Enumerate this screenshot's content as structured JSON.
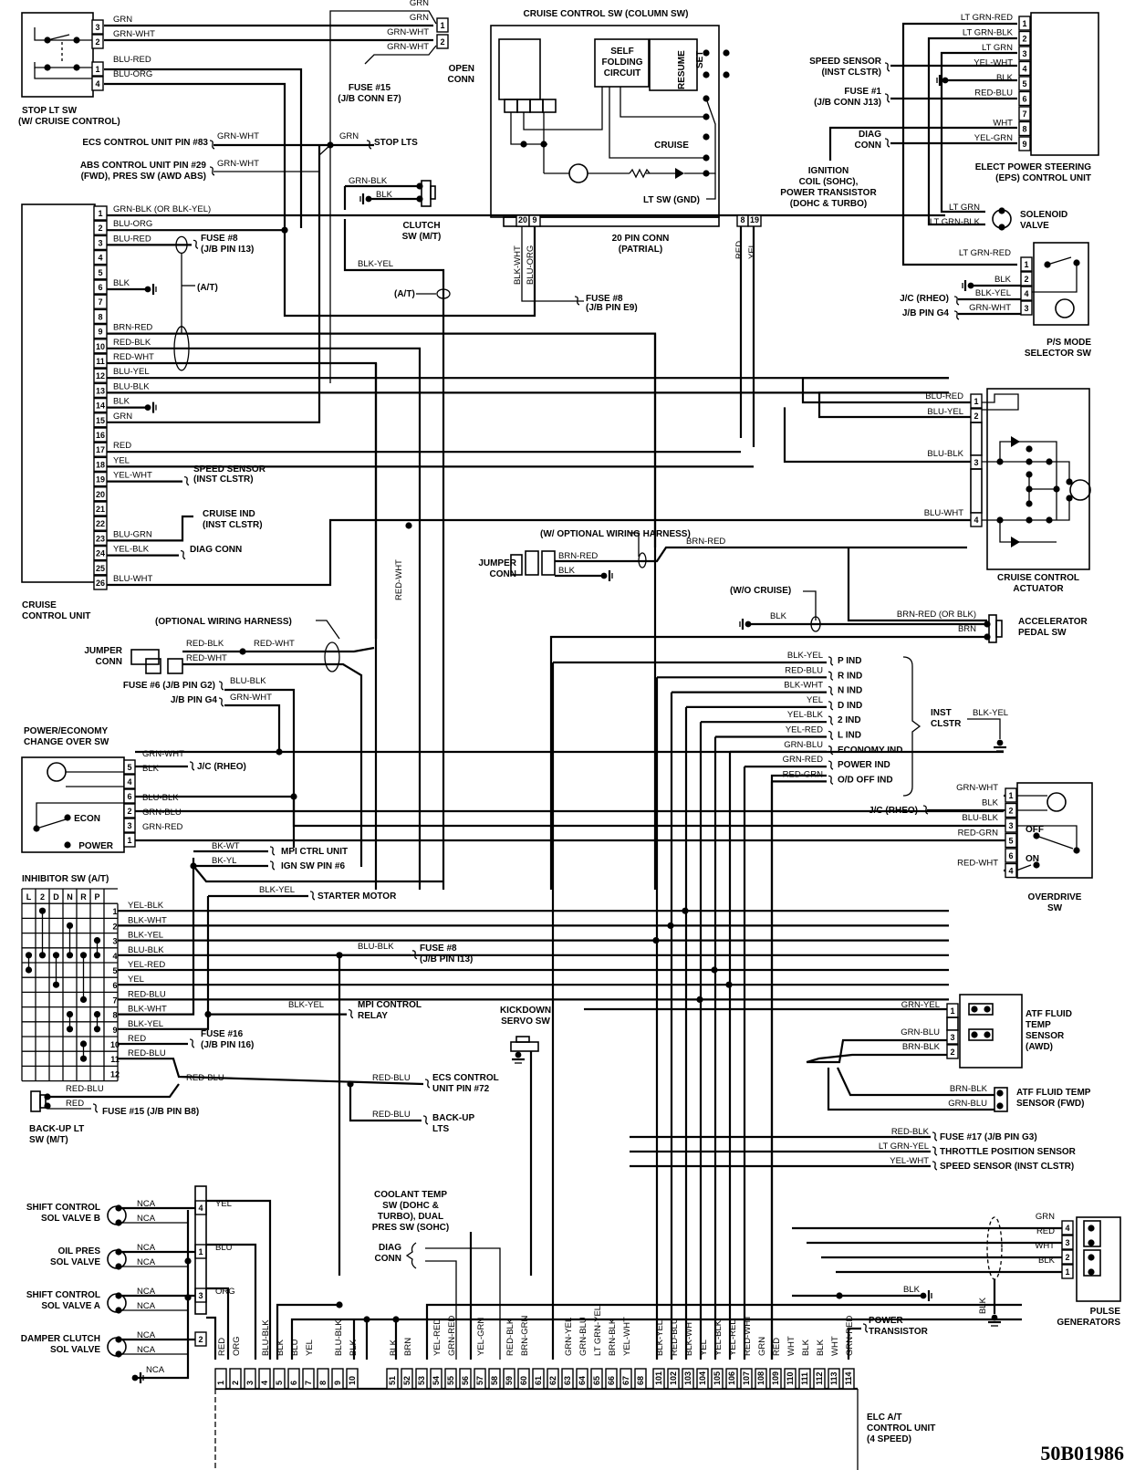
{
  "diagram": {
    "code": "50B01986",
    "components": {
      "stop_lt_sw": {
        "title": "STOP LT SW",
        "subtitle": "(W/ CRUISE CONTROL)",
        "pins": [
          "3",
          "2",
          "1",
          "4"
        ],
        "wires": [
          "GRN",
          "GRN-WHT",
          "BLU-RED",
          "BLU-ORG"
        ]
      },
      "open_conn": {
        "title": "OPEN",
        "subtitle": "CONN",
        "pins": [
          "1",
          "2"
        ],
        "wires": [
          "GRN",
          "GRN",
          "GRN-WHT",
          "GRN-WHT"
        ]
      },
      "fuse15_e7": {
        "line1": "FUSE #15",
        "line2": "(J/B CONN E7)"
      },
      "ecs_pin83": {
        "label": "ECS CONTROL UNIT PIN #83",
        "wire": "GRN-WHT"
      },
      "abs_pin29": {
        "line1": "ABS CONTROL UNIT PIN #29",
        "line2": "(FWD), PRES SW (AWD ABS)",
        "wire": "GRN-WHT"
      },
      "stop_lts": {
        "label": "STOP LTS",
        "wire": "GRN"
      },
      "clutch_sw": {
        "line1": "CLUTCH",
        "line2": "SW (M/T)",
        "wires": [
          "GRN-BLK",
          "BLK"
        ]
      },
      "cruise_sw": {
        "title": "CRUISE CONTROL SW (COLUMN SW)",
        "self_folding": [
          "SELF",
          "FOLDING",
          "CIRCUIT"
        ],
        "resume": "RESUME",
        "set": "SET",
        "cruise": "CRUISE",
        "lt_sw": "LT SW (GND)",
        "conn_pins": [
          "20",
          "9",
          "8",
          "19"
        ],
        "conn_label1": "20 PIN CONN",
        "conn_label2": "(PATRIAL)",
        "wires": [
          "BLK-WHT",
          "BLU-ORG",
          "RED",
          "YEL"
        ]
      },
      "eps_unit": {
        "line1": "ELECT POWER STEERING",
        "line2": "(EPS) CONTROL UNIT",
        "pins": [
          "1",
          "2",
          "3",
          "4",
          "5",
          "6",
          "7",
          "8",
          "9"
        ],
        "wires": [
          "LT GRN-RED",
          "LT GRN-BLK",
          "LT GRN",
          "YEL-WHT",
          "BLK",
          "RED-BLU",
          "",
          "WHT",
          "YEL-GRN"
        ],
        "speed_sensor": [
          "SPEED SENSOR",
          "(INST CLSTR)"
        ],
        "fuse1": [
          "FUSE #1",
          "(J/B CONN J13)"
        ],
        "diag": [
          "DIAG",
          "CONN"
        ],
        "ignition": [
          "IGNITION",
          "COIL (SOHC),",
          "POWER TRANSISTOR",
          "(DOHC & TURBO)"
        ]
      },
      "solenoid_valve": {
        "line1": "SOLENOID",
        "line2": "VALVE",
        "wires": [
          "LT GRN",
          "LT GRN-BLK"
        ]
      },
      "ps_mode_sw": {
        "line1": "P/S MODE",
        "line2": "SELECTOR SW",
        "pins": [
          "1",
          "2",
          "4",
          "3"
        ],
        "wires": [
          "LT GRN-RED",
          "BLK",
          "BLK-YEL",
          "GRN-WHT"
        ],
        "jc": "J/C (RHEO)",
        "jb": "J/B PIN G4"
      },
      "cruise_unit": {
        "line1": "CRUISE",
        "line2": "CONTROL UNIT",
        "pins": [
          "1",
          "2",
          "3",
          "4",
          "5",
          "6",
          "7",
          "8",
          "9",
          "10",
          "11",
          "12",
          "13",
          "14",
          "15",
          "16",
          "17",
          "18",
          "19",
          "20",
          "21",
          "22",
          "23",
          "24",
          "25",
          "26"
        ],
        "wires": [
          {
            "pin": "1",
            "color": "GRN-BLK (OR BLK-YEL)"
          },
          {
            "pin": "2",
            "color": "BLU-ORG"
          },
          {
            "pin": "3",
            "color": "BLU-RED"
          },
          {
            "pin": "6",
            "color": "BLK"
          },
          {
            "pin": "9",
            "color": "BRN-RED"
          },
          {
            "pin": "10",
            "color": "RED-BLK"
          },
          {
            "pin": "11",
            "color": "RED-WHT"
          },
          {
            "pin": "12",
            "color": "BLU-YEL"
          },
          {
            "pin": "13",
            "color": "BLU-BLK"
          },
          {
            "pin": "14",
            "color": "BLK"
          },
          {
            "pin": "15",
            "color": "GRN"
          },
          {
            "pin": "17",
            "color": "RED"
          },
          {
            "pin": "18",
            "color": "YEL"
          },
          {
            "pin": "19",
            "color": "YEL-WHT"
          },
          {
            "pin": "23",
            "color": "BLU-GRN"
          },
          {
            "pin": "24",
            "color": "YEL-BLK"
          },
          {
            "pin": "26",
            "color": "BLU-WHT"
          }
        ],
        "fuse8": [
          "FUSE #8",
          "(J/B PIN I13)"
        ],
        "at": "(A/T)",
        "speed_sensor": [
          "SPEED SENSOR",
          "(INST CLSTR)"
        ],
        "cruise_ind": [
          "CRUISE IND",
          "(INST CLSTR)"
        ],
        "diag": "DIAG CONN",
        "blk_yel": "BLK-YEL",
        "red_wht": "RED-WHT"
      },
      "actuator": {
        "line1": "CRUISE CONTROL",
        "line2": "ACTUATOR",
        "pins": [
          "1",
          "2",
          "3",
          "4"
        ],
        "wires": [
          "BLU-RED",
          "BLU-YEL",
          "BLU-BLK",
          "BLU-WHT"
        ]
      },
      "jumper_top": {
        "harness": "(W/ OPTIONAL WIRING HARNESS)",
        "line1": "JUMPER",
        "line2": "CONN",
        "wires": [
          "BRN-RED",
          "BLK",
          "BRN-RED"
        ]
      },
      "accel_sw": {
        "line1": "ACCELERATOR",
        "line2": "PEDAL SW",
        "wo_cruise": "(W/O CRUISE)",
        "wires": [
          "BLK",
          "BRN-RED (OR BLK)",
          "BRN"
        ]
      },
      "jumper_mid": {
        "harness": "(OPTIONAL WIRING HARNESS)",
        "line1": "JUMPER",
        "line2": "CONN",
        "wires": [
          "RED-BLK",
          "RED-WHT",
          "RED-WHT"
        ]
      },
      "fuse6_g2": {
        "label": "FUSE #6 (J/B PIN G2)",
        "wire": "BLU-BLK"
      },
      "jb_g4": {
        "label": "J/B PIN G4",
        "wire": "GRN-WHT"
      },
      "power_econ_sw": {
        "line1": "POWER/ECONOMY",
        "line2": "CHANGE OVER SW",
        "pins": [
          "5",
          "4",
          "6",
          "2",
          "3",
          "1"
        ],
        "wires": [
          "GRN-WHT",
          "BLK",
          "",
          "BLU-BLK",
          "GRN-BLU",
          "GRN-RED"
        ],
        "econ": "ECON",
        "power": "POWER",
        "jc": "J/C (RHEO)"
      },
      "inst_clstr": {
        "label": [
          "INST",
          "CLSTR"
        ],
        "ground_wire": "BLK-YEL",
        "items": [
          {
            "wire": "BLK-YEL",
            "ind": "P IND"
          },
          {
            "wire": "RED-BLU",
            "ind": "R IND"
          },
          {
            "wire": "BLK-WHT",
            "ind": "N IND"
          },
          {
            "wire": "YEL",
            "ind": "D IND"
          },
          {
            "wire": "YEL-BLK",
            "ind": "2 IND"
          },
          {
            "wire": "YEL-RED",
            "ind": "L IND"
          },
          {
            "wire": "GRN-BLU",
            "ind": "ECONOMY IND"
          },
          {
            "wire": "GRN-RED",
            "ind": "POWER IND"
          },
          {
            "wire": "RED-GRN",
            "ind": "O/D OFF IND"
          }
        ]
      },
      "overdrive_sw": {
        "line1": "OVERDRIVE",
        "line2": "SW",
        "pins": [
          "1",
          "2",
          "3",
          "5",
          "6",
          "4"
        ],
        "wires": [
          "GRN-WHT",
          "BLK",
          "BLU-BLK",
          "RED-GRN",
          "",
          "RED-WHT"
        ],
        "off": "OFF",
        "on": "ON",
        "jc": "J/C (RHEO)"
      },
      "mpi": {
        "wires": [
          "BK-WT",
          "BK-YL"
        ],
        "labels": [
          "MPI CTRL UNIT",
          "IGN SW PIN #6"
        ]
      },
      "starter": {
        "wire": "BLK-YEL",
        "label": "STARTER MOTOR"
      },
      "inhibitor_sw": {
        "title": "INHIBITOR SW (A/T)",
        "columns": [
          "L",
          "2",
          "D",
          "N",
          "R",
          "P"
        ],
        "pins": [
          "1",
          "2",
          "3",
          "4",
          "5",
          "6",
          "7",
          "8",
          "9",
          "10",
          "11",
          "12"
        ],
        "wires": [
          "YEL-BLK",
          "BLK-WHT",
          "BLK-YEL",
          "BLU-BLK",
          "YEL-RED",
          "YEL",
          "RED-BLU",
          "BLK-WHT",
          "BLK-YEL",
          "RED",
          "RED-BLU",
          ""
        ],
        "fuse8": {
          "wire": "BLU-BLK",
          "line1": "FUSE #8",
          "line2": "(J/B PIN I13)"
        },
        "mpi_relay": {
          "wire": "BLK-YEL",
          "line1": "MPI CONTROL",
          "line2": "RELAY"
        },
        "fuse16": [
          "FUSE #16",
          "(J/B PIN I16)"
        ]
      },
      "kickdown": {
        "line1": "KICKDOWN",
        "line2": "SERVO SW"
      },
      "ecs72": {
        "wire": "RED-BLU",
        "line1": "ECS CONTROL",
        "line2": "UNIT PIN #72",
        "bus": "RED-BLU"
      },
      "backup_lts": {
        "wire": "RED-BLU",
        "line1": "BACK-UP",
        "line2": "LTS"
      },
      "backup_sw": {
        "line1": "BACK-UP LT",
        "line2": "SW (M/T)",
        "wires": [
          "RED-BLU",
          "RED"
        ],
        "fuse": "FUSE #15 (J/B PIN B8)"
      },
      "atf_awd": {
        "lines": [
          "ATF FLUID",
          "TEMP",
          "SENSOR",
          "(AWD)"
        ],
        "pins": [
          "1",
          "3",
          "2"
        ],
        "wires": [
          "GRN-YEL",
          "GRN-BLU",
          "BRN-BLK"
        ]
      },
      "atf_fwd": {
        "line1": "ATF FLUID TEMP",
        "line2": "SENSOR (FWD)",
        "wires": [
          "BRN-BLK",
          "GRN-BLU"
        ]
      },
      "right_feeds": [
        {
          "wire": "RED-BLK",
          "label": "FUSE #17 (J/B PIN G3)"
        },
        {
          "wire": "LT GRN-YEL",
          "label": "THROTTLE POSITION SENSOR"
        },
        {
          "wire": "YEL-WHT",
          "label": "SPEED SENSOR (INST CLSTR)"
        }
      ],
      "pulse_gen": {
        "line1": "PULSE",
        "line2": "GENERATORS",
        "pins": [
          "4",
          "3",
          "2",
          "1"
        ],
        "wires": [
          "GRN",
          "RED",
          "WHT",
          "BLK"
        ],
        "gnd_wire": "BLK",
        "shield": "BLK"
      },
      "power_transistor": [
        "POWER",
        "TRANSISTOR"
      ],
      "coolant": [
        "COOLANT TEMP",
        "SW (DOHC &",
        "TURBO), DUAL",
        "PRES SW (SOHC)"
      ],
      "diag_conn": [
        "DIAG",
        "CONN"
      ],
      "solenoids": [
        {
          "line1": "SHIFT CONTROL",
          "line2": "SOL VALVE B",
          "pin": "4",
          "wire": "YEL"
        },
        {
          "line1": "OIL PRES",
          "line2": "SOL VALVE",
          "pin": "1",
          "wire": "BLU"
        },
        {
          "line1": "SHIFT CONTROL",
          "line2": "SOL VALVE A",
          "pin": "3",
          "wire": "ORG"
        },
        {
          "line1": "DAMPER CLUTCH",
          "line2": "SOL VALVE",
          "pin": "2",
          "wire": ""
        }
      ],
      "nca": "NCA",
      "elc_unit": {
        "lines": [
          "ELC A/T",
          "CONTROL UNIT",
          "(4 SPEED)"
        ],
        "pins_a": [
          "1",
          "2",
          "3",
          "4",
          "5",
          "6",
          "7",
          "8",
          "9",
          "10"
        ],
        "pins_b": [
          "51",
          "52",
          "53",
          "54",
          "55",
          "56",
          "57",
          "58",
          "59",
          "60",
          "61",
          "62",
          "63",
          "64",
          "65",
          "66",
          "67",
          "68"
        ],
        "pins_c": [
          "101",
          "102",
          "103",
          "104",
          "105",
          "106",
          "107",
          "108",
          "109",
          "110",
          "111",
          "112",
          "113",
          "114"
        ],
        "wires_a": [
          "RED",
          "ORG",
          "",
          "BLU-BLK",
          "BLK",
          "BLU",
          "YEL",
          "",
          "BLU-BLK",
          "BLK"
        ],
        "wires_b": [
          "BLK",
          "BRN",
          "",
          "YEL-RED",
          "GRN-RED",
          "",
          "YEL-GRN",
          "",
          "RED-BLK",
          "BRN-GRN",
          "",
          "",
          "GRN-YEL",
          "GRN-BLU",
          "LT GRN-YEL",
          "BRN-BLK",
          "YEL-WHT",
          ""
        ],
        "wires_c": [
          "BLK-YEL",
          "RED-BLU",
          "BLK-WHT",
          "YEL",
          "YEL-BLK",
          "YEL-RED",
          "RED-WHT",
          "GRN",
          "RED",
          "WHT",
          "BLK",
          "BLK",
          "WHT",
          "GRN-RED"
        ]
      }
    }
  }
}
